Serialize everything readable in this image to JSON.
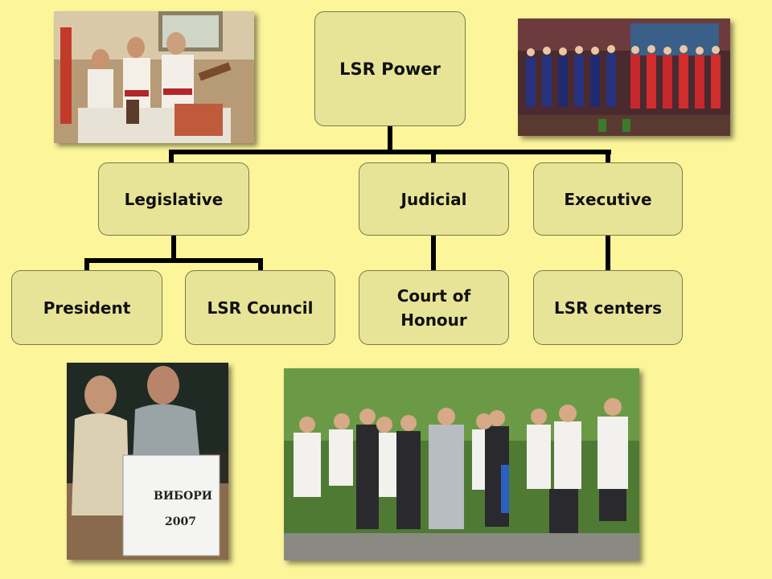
{
  "org_chart": {
    "root": "LSR Power",
    "branches": [
      {
        "label": "Legislative",
        "children": [
          "President",
          "LSR Council"
        ]
      },
      {
        "label": "Judicial",
        "children": [
          "Court of Honour"
        ]
      },
      {
        "label": "Executive",
        "children": [
          "LSR centers"
        ]
      }
    ]
  },
  "photos": {
    "ballot_box_text": [
      "ВИБОРИ",
      "2007"
    ]
  }
}
